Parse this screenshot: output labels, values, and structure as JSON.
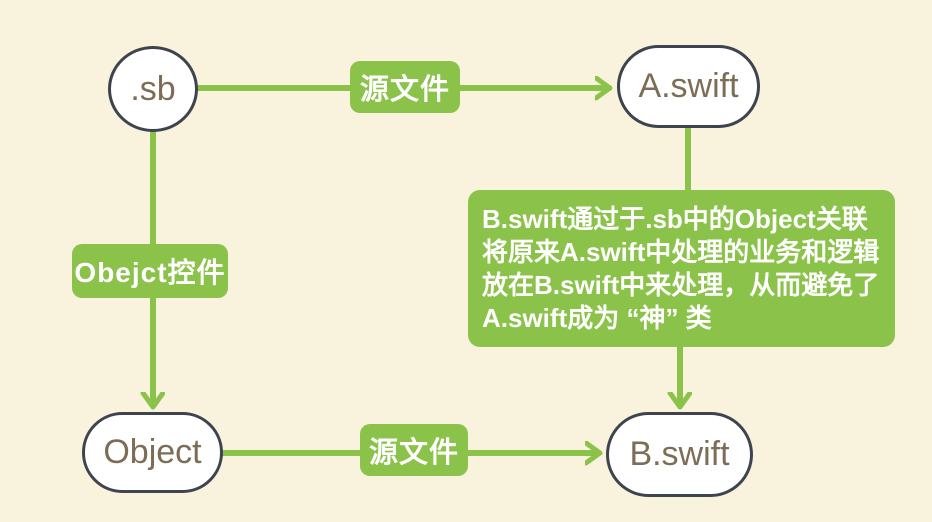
{
  "diagram": {
    "colors": {
      "background": "#f9f2dc",
      "accent_green": "#8bc34a",
      "node_border": "#3d444f",
      "node_text": "#7d6d56",
      "label_text": "#ffffff"
    },
    "nodes": {
      "sb": {
        "label": ".sb"
      },
      "a_swift": {
        "label": "A.swift"
      },
      "object": {
        "label": "Object"
      },
      "b_swift": {
        "label": "B.swift"
      }
    },
    "edge_labels": {
      "top": "源文件",
      "left": "Obejct控件",
      "bottom": "源文件"
    },
    "edges": [
      {
        "from": "sb",
        "to": "a_swift",
        "label": "源文件",
        "arrow": true
      },
      {
        "from": "sb",
        "to": "object",
        "label": "Obejct控件",
        "arrow": true
      },
      {
        "from": "object",
        "to": "b_swift",
        "label": "源文件",
        "arrow": true
      },
      {
        "from": "a_swift",
        "to": "note",
        "label": "",
        "arrow": false
      },
      {
        "from": "note",
        "to": "b_swift",
        "label": "",
        "arrow": true
      }
    ],
    "note": {
      "lines": [
        "B.swift通过于.sb中的Object关联",
        "将原来A.swift中处理的业务和逻辑",
        "放在B.swift中来处理，从而避免了",
        "A.swift成为 “神” 类"
      ]
    }
  }
}
